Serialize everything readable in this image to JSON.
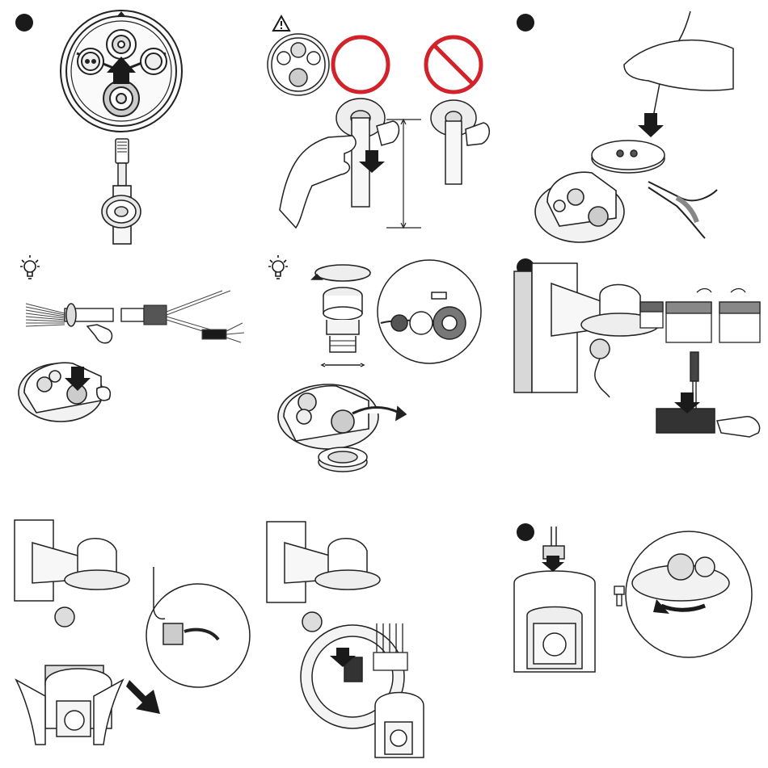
{
  "page": {
    "background": "#ffffff"
  },
  "colors": {
    "ink": "#1a1a1a",
    "line": "#333333",
    "fill_light": "#f2f2f2",
    "fill_mid": "#d9d9d9",
    "fill_dark": "#9a9a9a",
    "ok_ring": "#d2232a",
    "no_sign": "#d2232a"
  },
  "panels": [
    {
      "id": "step-1",
      "marker": "step-dot",
      "icons": [
        "camera-base-icon",
        "up-arrow-icon",
        "rj45-plug-icon",
        "grommet-icon"
      ]
    },
    {
      "id": "caution-cable",
      "marker": "warning-triangle-icon",
      "icons": [
        "mini-base-icon",
        "correct-circle-icon",
        "prohibited-icon",
        "hand-pull-icon",
        "down-arrow-icon",
        "measure-line-icon"
      ]
    },
    {
      "id": "step-2",
      "marker": "step-dot",
      "icons": [
        "hand-insert-icon",
        "rubber-seal-icon",
        "pliers-icon",
        "base-plate-icon"
      ]
    },
    {
      "id": "tip-grommet",
      "marker": "lightbulb-icon",
      "icons": [
        "cable-harness-icon",
        "grommet-slide-icon",
        "hand-press-icon",
        "base-insert-icon"
      ]
    },
    {
      "id": "tip-gland",
      "marker": "lightbulb-icon",
      "icons": [
        "rotate-arrow-icon",
        "cable-gland-icon",
        "gland-detail-icon",
        "base-gland-icon",
        "gasket-ring-icon"
      ]
    },
    {
      "id": "step-3",
      "marker": "step-dot",
      "icons": [
        "wall-mount-icon",
        "terminal-block-icon",
        "screwdriver-icon",
        "hand-wire-icon"
      ]
    },
    {
      "id": "step-4",
      "marker": "step-dot",
      "icons": [
        "bracket-icon",
        "safety-rope-icon",
        "hands-camera-icon",
        "big-arrow-icon"
      ]
    },
    {
      "id": "step-5",
      "marker": "step-dot",
      "icons": [
        "bracket-icon",
        "connector-icon",
        "base-open-icon",
        "camera-icon"
      ]
    },
    {
      "id": "step-6",
      "marker": "step-dot",
      "icons": [
        "ptz-camera-icon",
        "screw-icon",
        "rotate-lock-icon",
        "base-detail-icon"
      ]
    }
  ]
}
